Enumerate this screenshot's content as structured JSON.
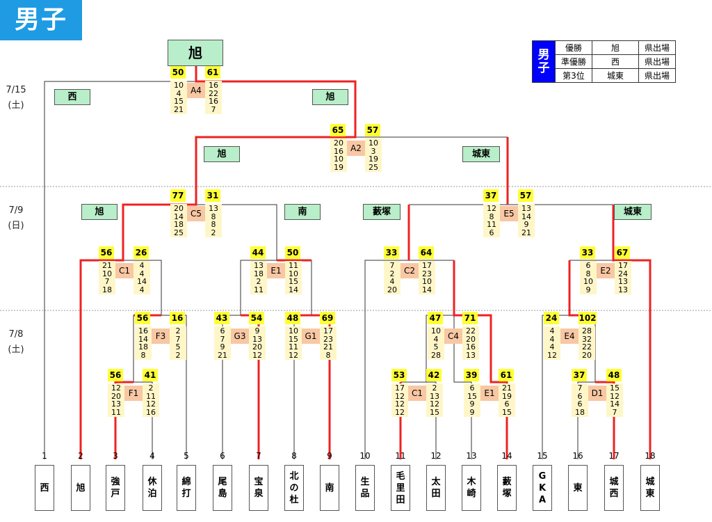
{
  "title": "男子",
  "champion": "旭",
  "results": {
    "category": "男子",
    "rows": [
      {
        "place": "優勝",
        "team": "旭",
        "note": "県出場"
      },
      {
        "place": "準優勝",
        "team": "西",
        "note": "県出場"
      },
      {
        "place": "第3位",
        "team": "城東",
        "note": "県出場"
      }
    ]
  },
  "dates": [
    "7/15 (土)",
    "7/9 (日)",
    "7/8 (土)"
  ],
  "colors": {
    "win_line": "#ee2222",
    "line": "#333333",
    "label_bg": "#b8eec9",
    "score_bg": "#ffff33",
    "match_bg": "#f8c7a3",
    "period_bg": "#fff6c8"
  },
  "teams": [
    {
      "num": "1",
      "name": "西"
    },
    {
      "num": "2",
      "name": "旭"
    },
    {
      "num": "3",
      "name": "強戸"
    },
    {
      "num": "4",
      "name": "休泊"
    },
    {
      "num": "5",
      "name": "綿打"
    },
    {
      "num": "6",
      "name": "尾島"
    },
    {
      "num": "7",
      "name": "宝泉"
    },
    {
      "num": "8",
      "name": "北の杜"
    },
    {
      "num": "9",
      "name": "南"
    },
    {
      "num": "10",
      "name": "生品"
    },
    {
      "num": "11",
      "name": "毛里田"
    },
    {
      "num": "12",
      "name": "太田"
    },
    {
      "num": "13",
      "name": "木崎"
    },
    {
      "num": "14",
      "name": "藪塚"
    },
    {
      "num": "15",
      "name": "GKA"
    },
    {
      "num": "16",
      "name": "東"
    },
    {
      "num": "17",
      "name": "城西"
    },
    {
      "num": "18",
      "name": "城東"
    }
  ],
  "winner_labels": [
    "西",
    "旭",
    "旭",
    "城東",
    "旭",
    "南",
    "藪塚",
    "城東"
  ],
  "matches": [
    {
      "id": "A4",
      "left": "50",
      "right": "61",
      "left_q": [
        "10",
        "4",
        "15",
        "21"
      ],
      "right_q": [
        "16",
        "22",
        "16",
        "7"
      ]
    },
    {
      "id": "A2",
      "left": "65",
      "right": "57",
      "left_q": [
        "20",
        "16",
        "10",
        "19"
      ],
      "right_q": [
        "10",
        "3",
        "19",
        "25"
      ]
    },
    {
      "id": "C5",
      "left": "77",
      "right": "31",
      "left_q": [
        "20",
        "14",
        "18",
        "25"
      ],
      "right_q": [
        "13",
        "8",
        "8",
        "2"
      ]
    },
    {
      "id": "E5",
      "left": "37",
      "right": "57",
      "left_q": [
        "12",
        "8",
        "11",
        "6"
      ],
      "right_q": [
        "13",
        "14",
        "9",
        "21"
      ]
    },
    {
      "id": "C1",
      "left": "56",
      "right": "26",
      "left_q": [
        "21",
        "10",
        "7",
        "18"
      ],
      "right_q": [
        "4",
        "4",
        "14",
        "4"
      ]
    },
    {
      "id": "E1",
      "left": "44",
      "right": "50",
      "left_q": [
        "13",
        "18",
        "2",
        "11"
      ],
      "right_q": [
        "11",
        "10",
        "15",
        "14"
      ]
    },
    {
      "id": "C2",
      "left": "33",
      "right": "64",
      "left_q": [
        "7",
        "2",
        "4",
        "20"
      ],
      "right_q": [
        "17",
        "23",
        "10",
        "14"
      ]
    },
    {
      "id": "E2",
      "left": "33",
      "right": "67",
      "left_q": [
        "6",
        "8",
        "10",
        "9"
      ],
      "right_q": [
        "17",
        "24",
        "13",
        "13"
      ]
    },
    {
      "id": "F3",
      "left": "56",
      "right": "16",
      "left_q": [
        "16",
        "14",
        "18",
        "8"
      ],
      "right_q": [
        "2",
        "7",
        "5",
        "2"
      ]
    },
    {
      "id": "G3",
      "left": "43",
      "right": "54",
      "left_q": [
        "6",
        "7",
        "9",
        "21"
      ],
      "right_q": [
        "9",
        "13",
        "20",
        "12"
      ]
    },
    {
      "id": "G1",
      "left": "48",
      "right": "69",
      "left_q": [
        "10",
        "15",
        "11",
        "12"
      ],
      "right_q": [
        "17",
        "23",
        "21",
        "8"
      ]
    },
    {
      "id": "C4",
      "left": "47",
      "right": "71",
      "left_q": [
        "10",
        "4",
        "5",
        "28"
      ],
      "right_q": [
        "22",
        "20",
        "16",
        "13"
      ]
    },
    {
      "id": "E4",
      "left": "24",
      "right": "102",
      "left_q": [
        "4",
        "4",
        "4",
        "12"
      ],
      "right_q": [
        "28",
        "32",
        "22",
        "20"
      ]
    },
    {
      "id": "F1",
      "left": "56",
      "right": "41",
      "left_q": [
        "12",
        "20",
        "13",
        "11"
      ],
      "right_q": [
        "2",
        "11",
        "12",
        "16"
      ]
    },
    {
      "id": "C1",
      "left": "53",
      "right": "42",
      "left_q": [
        "17",
        "12",
        "12",
        "12"
      ],
      "right_q": [
        "2",
        "13",
        "12",
        "15"
      ]
    },
    {
      "id": "E1",
      "left": "39",
      "right": "61",
      "left_q": [
        "6",
        "15",
        "9",
        "9"
      ],
      "right_q": [
        "21",
        "19",
        "6",
        "15"
      ]
    },
    {
      "id": "D1",
      "left": "37",
      "right": "48",
      "left_q": [
        "7",
        "6",
        "6",
        "18"
      ],
      "right_q": [
        "15",
        "12",
        "14",
        "7"
      ]
    }
  ]
}
